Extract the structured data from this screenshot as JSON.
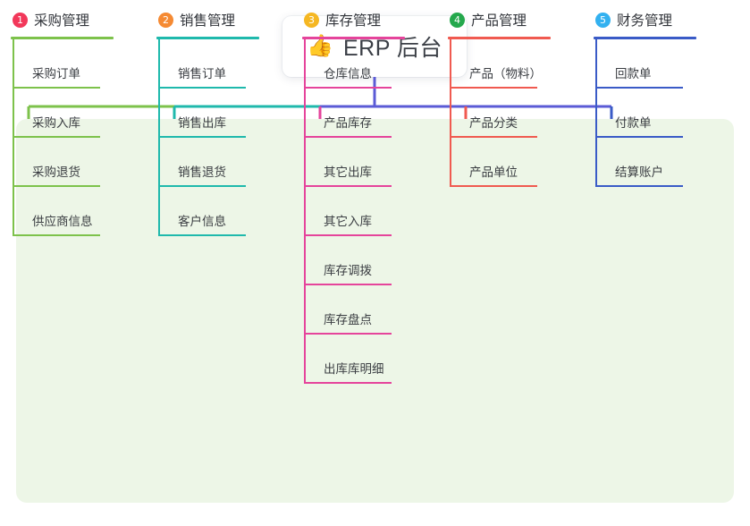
{
  "root": {
    "icon": "thumbs-up-emoji",
    "emoji": "👍",
    "title": "ERP 后台"
  },
  "theme": {
    "page_bg": "#ffffff",
    "board_bg": "#EDF6E7",
    "card_bg": "#ffffff",
    "text": "#31343a",
    "trunk": "#5B5BD6"
  },
  "columns": [
    {
      "number": "1",
      "title": "采购管理",
      "badge_color": "#F2385A",
      "line_color": "#7DC24B",
      "items": [
        "采购订单",
        "采购入库",
        "采购退货",
        "供应商信息"
      ]
    },
    {
      "number": "2",
      "title": "销售管理",
      "badge_color": "#F58A33",
      "line_color": "#1FB9AC",
      "items": [
        "销售订单",
        "销售出库",
        "销售退货",
        "客户信息"
      ]
    },
    {
      "number": "3",
      "title": "库存管理",
      "badge_color": "#F5B722",
      "line_color": "#E5449B",
      "items": [
        "仓库信息",
        "产品库存",
        "其它出库",
        "其它入库",
        "库存调拨",
        "库存盘点",
        "出库库明细"
      ]
    },
    {
      "number": "4",
      "title": "产品管理",
      "badge_color": "#24A84C",
      "line_color": "#F05A50",
      "items": [
        "产品（物料）",
        "产品分类",
        "产品单位"
      ]
    },
    {
      "number": "5",
      "title": "财务管理",
      "badge_color": "#33B1F0",
      "line_color": "#3A5BC7",
      "items": [
        "回款单",
        "付款单",
        "结算账户"
      ]
    }
  ]
}
